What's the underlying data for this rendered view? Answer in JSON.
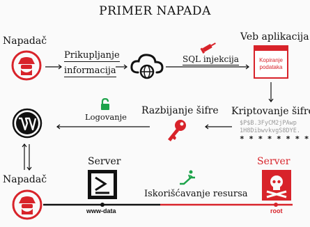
{
  "title": "PRIMER NAPADA",
  "attacker_top": "Napadač",
  "attacker_bottom": "Napadač",
  "step_recon_line1": "Prikupljanje",
  "step_recon_line2": "informacija",
  "step_sqli": "SQL injekcija",
  "web_app": "Veb aplikacija",
  "web_box_line1": "Kopiranje",
  "web_box_line2": "podataka",
  "encrypt_label": "Kriptovanje šifre",
  "hash_line1": "$P$B.3FyCM2jPAwp",
  "hash_line2": "1H8DibwvkvgS8DYE.",
  "hash_stars": "* * * * * * * *",
  "crack_label": "Razbijanje šifre",
  "login_label": "Logovanje",
  "server_left": "Server",
  "server_right": "Server",
  "escalation_label": "Iskorišćavanje resursa",
  "user_www": "www-data",
  "user_root": "root",
  "colors": {
    "accent_red": "#d8232a",
    "dark": "#111111"
  }
}
